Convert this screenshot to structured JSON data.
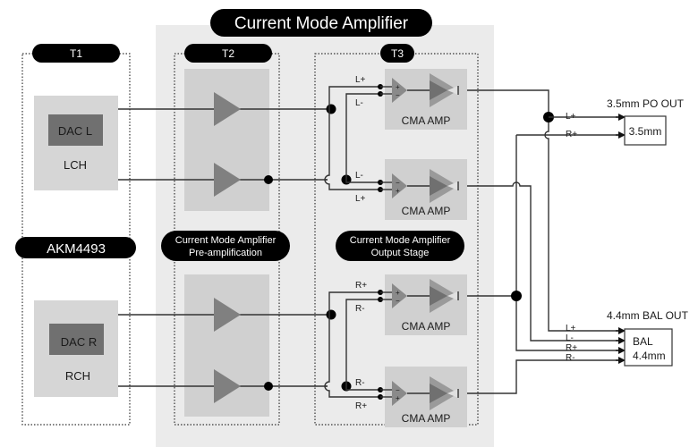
{
  "title": "Current Mode Amplifier",
  "sections": {
    "t1": "T1",
    "t2": "T2",
    "t3": "T3",
    "chip": "AKM4493",
    "preamp_line1": "Current Mode Amplifier",
    "preamp_line2": "Pre-amplification",
    "output_line1": "Current Mode Amplifier",
    "output_line2": "Output Stage"
  },
  "dac": {
    "left": {
      "chip": "DAC L",
      "channel": "LCH"
    },
    "right": {
      "chip": "DAC R",
      "channel": "RCH"
    }
  },
  "amps": [
    {
      "label": "CMA AMP",
      "in_top": "L+",
      "in_bottom": "L-",
      "pin_top": "+",
      "pin_bottom": "−"
    },
    {
      "label": "CMA AMP",
      "in_top": "L-",
      "in_bottom": "L+",
      "pin_top": "−",
      "pin_bottom": "+"
    },
    {
      "label": "CMA AMP",
      "in_top": "R+",
      "in_bottom": "R-",
      "pin_top": "+",
      "pin_bottom": "−"
    },
    {
      "label": "CMA AMP",
      "in_top": "R-",
      "in_bottom": "R+",
      "pin_top": "−",
      "pin_bottom": "+"
    }
  ],
  "outputs": {
    "po": {
      "title": "3.5mm PO OUT",
      "box": "3.5mm",
      "signals": [
        "L+",
        "R+"
      ]
    },
    "bal": {
      "title": "4.4mm BAL OUT",
      "box_line1": "BAL",
      "box_line2": "4.4mm",
      "signals": [
        "L+",
        "L-",
        "R+",
        "R-"
      ]
    }
  },
  "colors": {
    "pill": "#000000",
    "panel": "#ebebeb",
    "block": "#d0d0d0",
    "dac_chip": "#707070",
    "triangle": "#808080"
  }
}
